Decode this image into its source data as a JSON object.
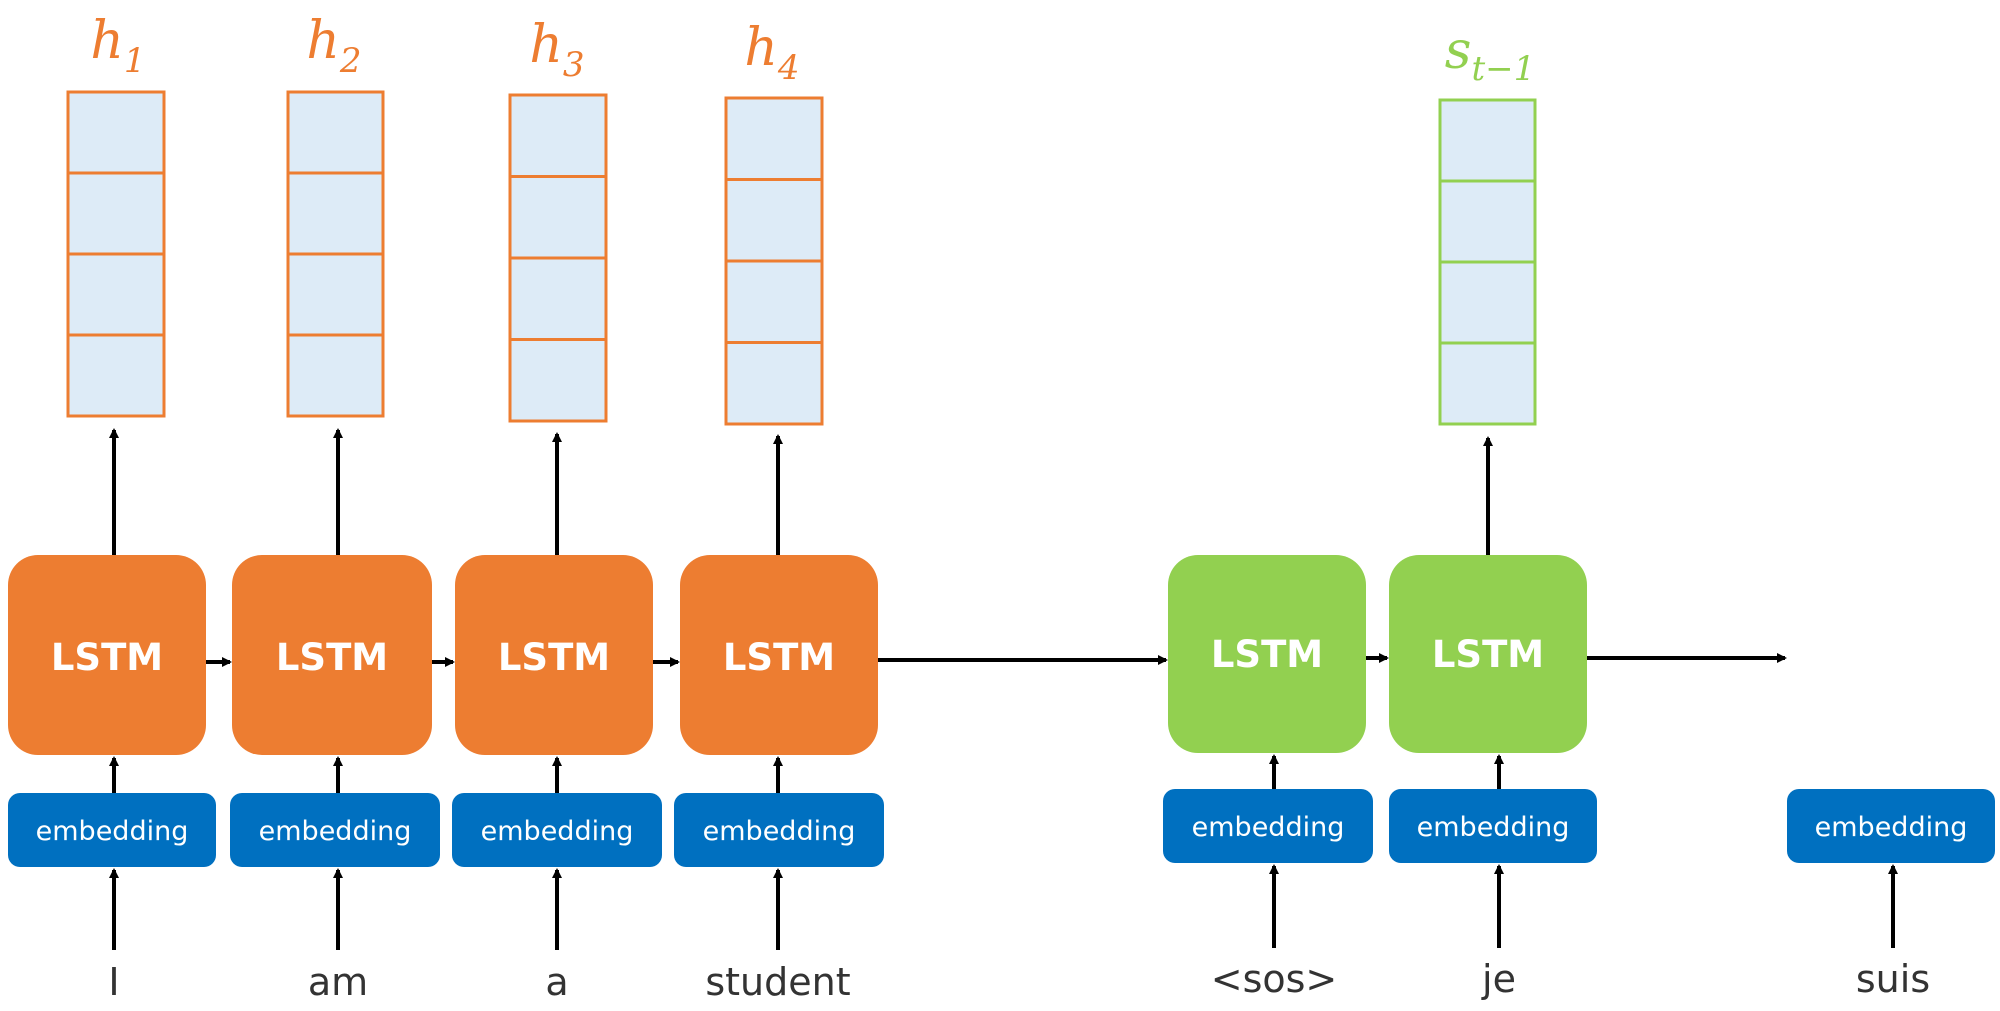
{
  "colors": {
    "encoder": "#ED7D31",
    "decoder": "#92D050",
    "embedding": "#0070C0",
    "cell_fill": "#DDEBF7",
    "arrow": "#000000"
  },
  "encoder": {
    "cell_label": "LSTM",
    "embedding_label": "embedding",
    "tokens": [
      "I",
      "am",
      "a",
      "student"
    ],
    "hidden_states": [
      {
        "base": "h",
        "sub": "1"
      },
      {
        "base": "h",
        "sub": "2"
      },
      {
        "base": "h",
        "sub": "3"
      },
      {
        "base": "h",
        "sub": "4"
      }
    ]
  },
  "decoder": {
    "cell_label": "LSTM",
    "embedding_label": "embedding",
    "tokens": [
      "<sos>",
      "je",
      "suis"
    ],
    "state": {
      "base": "s",
      "sub": "t−1"
    }
  }
}
